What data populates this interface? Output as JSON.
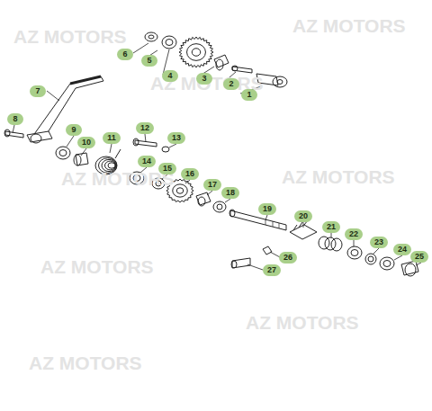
{
  "diagram": {
    "labels": [
      "AZ MOTORS",
      "AZ MOTORS",
      "AZ MOTORS",
      "AZ MOTORS",
      "AZ MOTORS",
      "AZ MOTORS",
      "AZ MOTORS",
      "AZ MOTORS",
      "6",
      "5",
      "4",
      "3",
      "2",
      "1",
      "7",
      "8",
      "9",
      "10",
      "11",
      "12",
      "13",
      "14",
      "15",
      "16",
      "17",
      "18",
      "19",
      "20",
      "21",
      "22",
      "23",
      "24",
      "25",
      "26",
      "27"
    ]
  }
}
